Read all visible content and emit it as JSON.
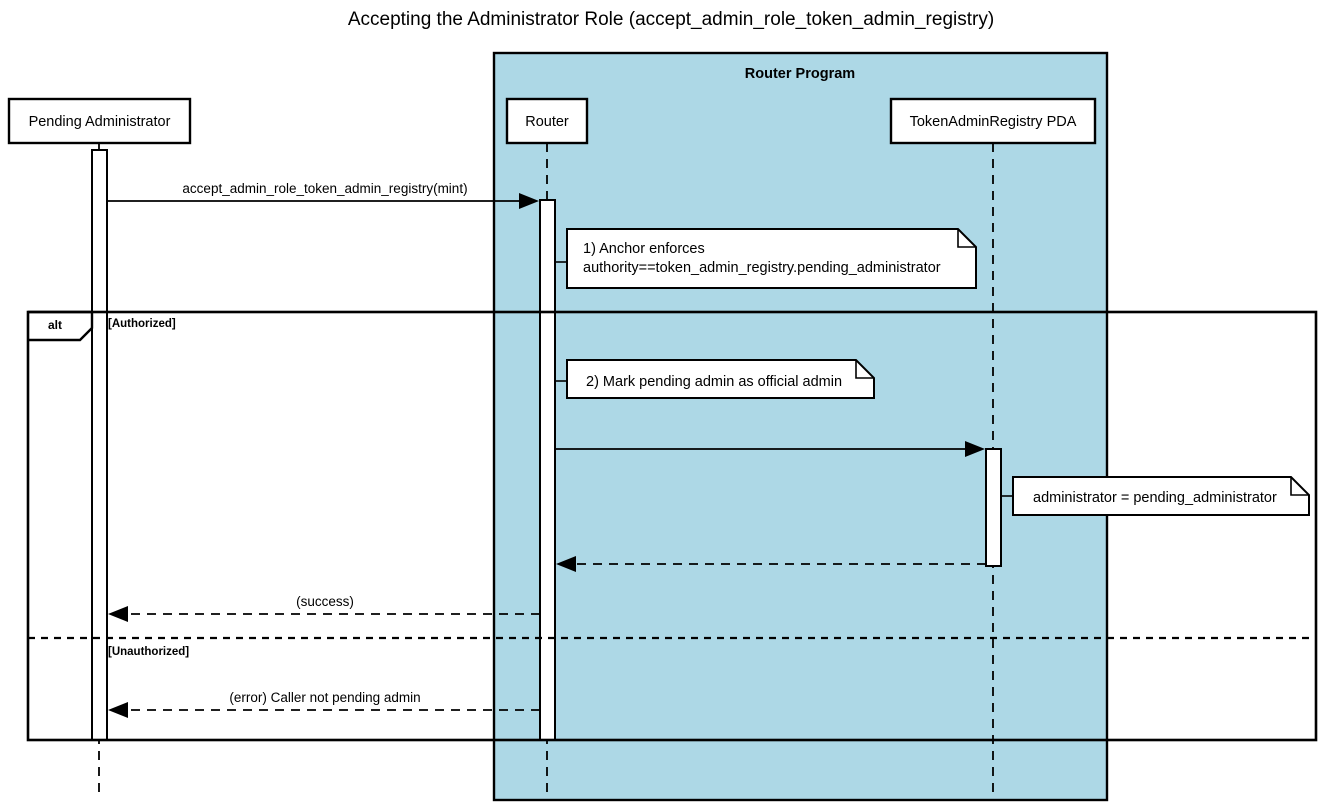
{
  "diagram": {
    "title": "Accepting the Administrator Role (accept_admin_role_token_admin_registry)",
    "type": "uml-sequence-diagram",
    "colors": {
      "group_fill": "#ADD8E6",
      "box_fill": "#FFFFFF",
      "stroke": "#000000",
      "background": "#FFFFFF"
    },
    "group": {
      "label": "Router Program",
      "fill": "#ADD8E6"
    },
    "participants": [
      {
        "id": "actor",
        "label": "Pending Administrator",
        "in_group": false
      },
      {
        "id": "router",
        "label": "Router",
        "in_group": true
      },
      {
        "id": "pda",
        "label": "TokenAdminRegistry PDA",
        "in_group": true
      }
    ],
    "messages": [
      {
        "id": "m1",
        "label": "accept_admin_role_token_admin_registry(mint)",
        "from": "actor",
        "to": "router",
        "style": "solid",
        "direction": "right"
      },
      {
        "id": "m2",
        "label": "",
        "from": "router",
        "to": "pda",
        "style": "solid",
        "direction": "right"
      },
      {
        "id": "m3",
        "label": "",
        "from": "pda",
        "to": "router",
        "style": "dashed",
        "direction": "left"
      },
      {
        "id": "m4",
        "label": "(success)",
        "from": "router",
        "to": "actor",
        "style": "dashed",
        "direction": "left"
      },
      {
        "id": "m5",
        "label": "(error) Caller not pending admin",
        "from": "router",
        "to": "actor",
        "style": "dashed",
        "direction": "left"
      }
    ],
    "notes": [
      {
        "id": "note1",
        "attached_to": "router",
        "lines": [
          "1) Anchor enforces",
          "authority==token_admin_registry.pending_administrator"
        ]
      },
      {
        "id": "note2",
        "attached_to": "router",
        "lines": [
          "2) Mark pending admin as official admin"
        ]
      },
      {
        "id": "note3",
        "attached_to": "pda",
        "lines": [
          "administrator = pending_administrator"
        ]
      }
    ],
    "fragment": {
      "operator": "alt",
      "branches": [
        {
          "condition": "[Authorized]"
        },
        {
          "condition": "[Unauthorized]"
        }
      ]
    }
  }
}
